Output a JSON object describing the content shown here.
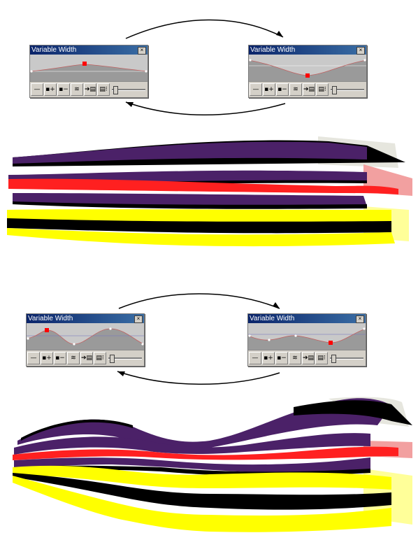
{
  "panels": [
    {
      "title": "Variable Width",
      "close_label": "×",
      "level": 0.05
    },
    {
      "title": "Variable Width",
      "close_label": "×",
      "level": 0.05
    },
    {
      "title": "Variable Width",
      "close_label": "×",
      "level": 0.05
    },
    {
      "title": "Variable Width",
      "close_label": "×",
      "level": 0.05
    }
  ],
  "toolbar_icons": [
    "line-icon",
    "add-point-icon",
    "remove-point-icon",
    "wave-icon",
    "apply-width-icon",
    "distribute-icon"
  ],
  "colors": {
    "purple": "#4b2168",
    "red": "#ff2020",
    "yellow": "#ffff00",
    "black": "#000000",
    "shadow": "#e6e6de",
    "panel_gray": "#c8c8c8",
    "title_blue": "#0a246a",
    "marker_red": "#ff0000"
  }
}
